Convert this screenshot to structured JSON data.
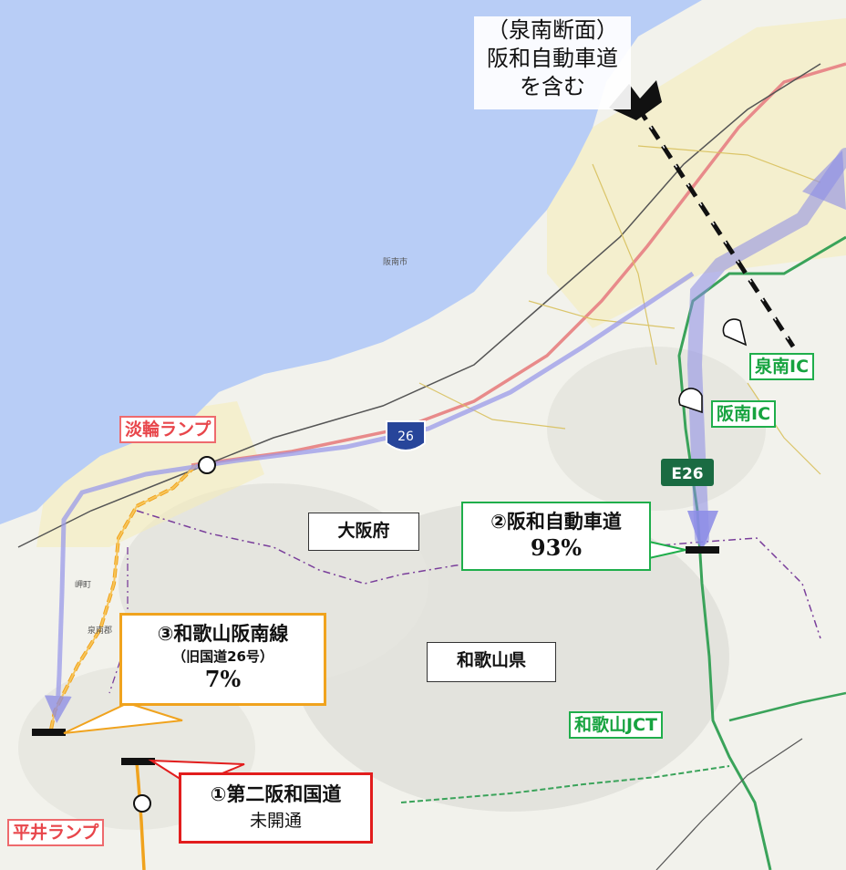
{
  "section_label": {
    "line1": "（泉南断面）",
    "line2": "阪和自動車道",
    "line3": "を含む"
  },
  "ramps": {
    "tannowa": "淡輪ランプ",
    "hirai": "平井ランプ"
  },
  "interchanges": {
    "sennan": "泉南IC",
    "hannan": "阪南IC",
    "wakayama_jct": "和歌山JCT"
  },
  "prefectures": {
    "osaka": "大阪府",
    "wakayama": "和歌山県"
  },
  "shields": {
    "route26": "26",
    "e26": "E26"
  },
  "routes": [
    {
      "number": "②",
      "name": "阪和自動車道",
      "share": "93%"
    },
    {
      "number": "③",
      "name": "和歌山阪南線",
      "sub": "（旧国道26号）",
      "share": "7%"
    },
    {
      "number": "①",
      "name": "第二阪和国道",
      "status": "未開通"
    }
  ],
  "map_text": {
    "hannan_city": "阪南市",
    "misaki": "岬町",
    "sennan_gun": "泉南郡"
  },
  "colors": {
    "sea": "#b8cdf6",
    "land": "#f2f2ec",
    "expressway": "#3aa35a",
    "route26": "#e88a8a",
    "flow": "#9b9bea",
    "old_road": "#f0a31e",
    "second_hanwa": "#e21d1d"
  }
}
